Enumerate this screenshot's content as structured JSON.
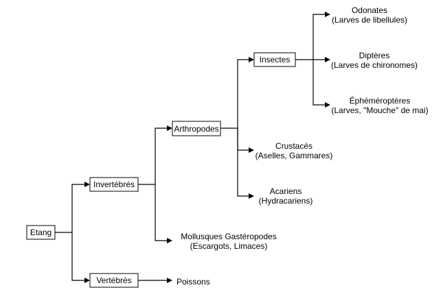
{
  "nodes": {
    "etang": {
      "label": "Etang"
    },
    "invertebres": {
      "label": "Invertébrés"
    },
    "vertebres": {
      "label": "Vertébrés"
    },
    "arthropodes": {
      "label": "Arthropodes"
    },
    "insectes": {
      "label": "Insectes"
    },
    "odonates": {
      "line1": "Odonates",
      "line2": "(Larves de libellules)"
    },
    "dipteres": {
      "line1": "Diptères",
      "line2": "(Larves de chironomes)"
    },
    "ephemeropteres": {
      "line1": "Éphéméroptères",
      "line2": "(Larves, \"Mouche\" de mai)"
    },
    "crustaces": {
      "line1": "Crustacés",
      "line2": "(Aselles, Gammares)"
    },
    "acariens": {
      "line1": "Acariens",
      "line2": "(Hydracariens)"
    },
    "mollusques": {
      "line1": "Mollusques Gastéropodes",
      "line2": "(Escargots, Limaces)"
    },
    "poissons": {
      "label": "Poissons"
    }
  },
  "colors": {
    "stroke": "#000000",
    "background": "#ffffff"
  }
}
